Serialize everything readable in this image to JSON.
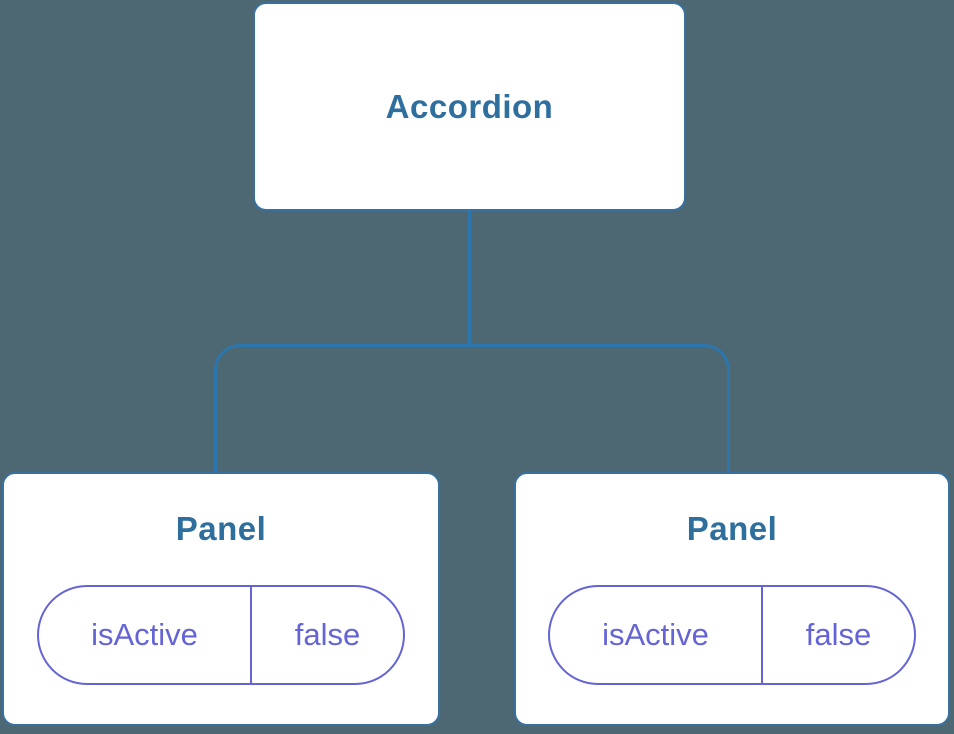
{
  "diagram": {
    "type": "component-tree",
    "colors": {
      "background": "#4d6873",
      "node_fill": "#ffffff",
      "node_border": "#38719f",
      "connector_line": "#2b77ad",
      "node_text": "#2f6f9e",
      "state_accent": "#6464d6"
    },
    "root": {
      "label": "Accordion"
    },
    "children": [
      {
        "label": "Panel",
        "state": {
          "key": "isActive",
          "value": "false"
        }
      },
      {
        "label": "Panel",
        "state": {
          "key": "isActive",
          "value": "false"
        }
      }
    ]
  }
}
